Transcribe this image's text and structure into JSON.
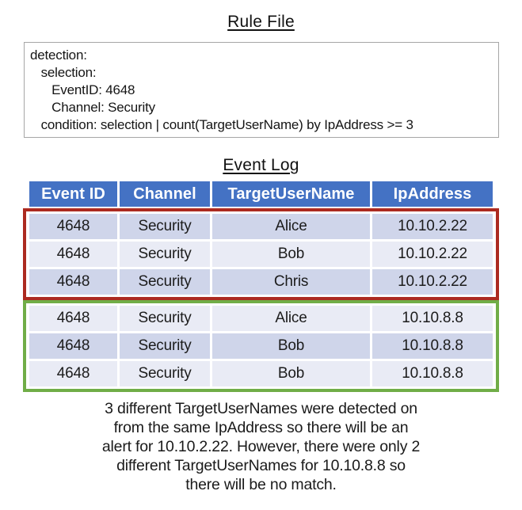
{
  "titles": {
    "rule_file": "Rule File",
    "event_log": "Event Log"
  },
  "rule_file": {
    "lines": [
      "detection:",
      "   selection:",
      "      EventID: 4648",
      "      Channel: Security",
      "   condition: selection | count(TargetUserName) by IpAddress >= 3"
    ]
  },
  "event_table": {
    "headers": [
      "Event ID",
      "Channel",
      "TargetUserName",
      "IpAddress"
    ],
    "rows": [
      [
        "4648",
        "Security",
        "Alice",
        "10.10.2.22"
      ],
      [
        "4648",
        "Security",
        "Bob",
        "10.10.2.22"
      ],
      [
        "4648",
        "Security",
        "Chris",
        "10.10.2.22"
      ],
      [
        "4648",
        "Security",
        "Alice",
        "10.10.8.8"
      ],
      [
        "4648",
        "Security",
        "Bob",
        "10.10.8.8"
      ],
      [
        "4648",
        "Security",
        "Bob",
        "10.10.8.8"
      ]
    ],
    "colors": {
      "header_bg": "#4472C4",
      "header_text": "#FFFFFF",
      "row_dark": "#CFD5EA",
      "row_light": "#E9EBF5",
      "alert_group_border": "#AC2A20",
      "no_match_group_border": "#70AD47",
      "rule_box_border": "#A6A6A6"
    }
  },
  "caption": {
    "lines": [
      "3 different TargetUserNames were detected on",
      "from the same IpAddress so there will be an",
      "alert for 10.10.2.22. However, there were only 2",
      "different TargetUserNames for 10.10.8.8 so",
      "there will be no match."
    ]
  }
}
